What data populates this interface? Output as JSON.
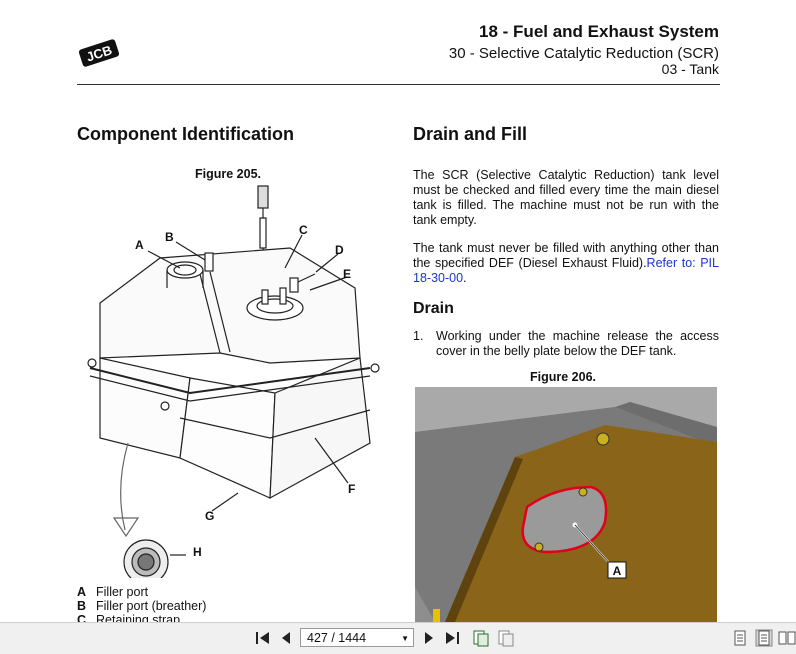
{
  "header": {
    "brand": "JCB",
    "title": "18 - Fuel and Exhaust System",
    "subtitle": "30 - Selective Catalytic Reduction (SCR)",
    "section": "03 - Tank"
  },
  "left": {
    "heading": "Component Identification",
    "figure_caption": "Figure 205.",
    "callouts": [
      "A",
      "B",
      "C",
      "D",
      "E",
      "F",
      "G",
      "H"
    ],
    "legend": [
      {
        "key": "A",
        "text": "Filler port"
      },
      {
        "key": "B",
        "text": "Filler port (breather)"
      },
      {
        "key": "C",
        "text": "Retaining strap"
      }
    ]
  },
  "right": {
    "heading": "Drain and Fill",
    "para1": "The SCR (Selective Catalytic Reduction) tank level must be checked and filled every time the main diesel tank is filled. The machine must not be run with the tank empty.",
    "para2_text": "The tank must never be filled with anything other than the specified DEF (Diesel Exhaust Fluid).",
    "para2_link": "Refer to: PIL 18-30-00",
    "para2_end": ".",
    "drain_heading": "Drain",
    "step_number": "1.",
    "step_text": "Working under the machine release the access cover in the belly plate below the DEF tank.",
    "figure_caption": "Figure 206.",
    "callout": "A"
  },
  "toolbar": {
    "page_display": "427 / 1444",
    "icons": [
      "first-page-icon",
      "prev-page-icon",
      "next-page-icon",
      "last-page-icon",
      "single-page-view-icon",
      "two-page-view-icon",
      "scroll-view-icon",
      "continuous-view-icon",
      "facing-view-icon"
    ]
  }
}
